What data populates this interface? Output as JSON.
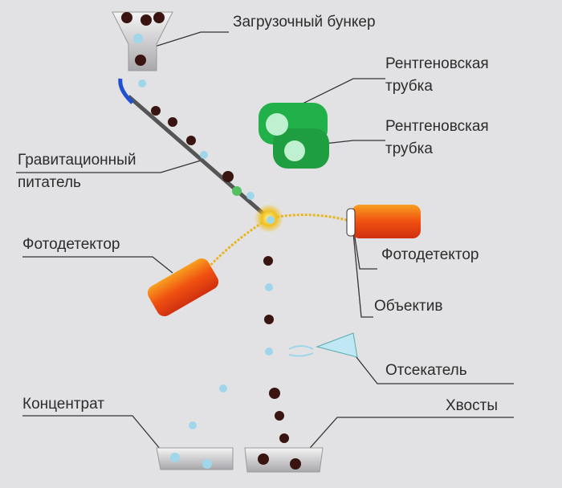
{
  "labels": {
    "hopper": "Загрузочный бункер",
    "xray_tube_1_line1": "Рентгеновская",
    "xray_tube_1_line2": "трубка",
    "xray_tube_2_line1": "Рентгеновская",
    "xray_tube_2_line2": "трубка",
    "feeder_line1": "Гравитационный",
    "feeder_line2": "питатель",
    "photodetector_left": "Фотодетектор",
    "photodetector_right": "Фотодетектор",
    "lens": "Объектив",
    "ejector": "Отсекатель",
    "concentrate": "Концентрат",
    "tailings": "Хвосты"
  },
  "colors": {
    "background": "#e2e2e4",
    "xray": "#22b04a",
    "detector": "#f05a10",
    "beam": "#e8b420",
    "ore_dark": "#3a1410",
    "ore_light": "#9fd6ea"
  }
}
